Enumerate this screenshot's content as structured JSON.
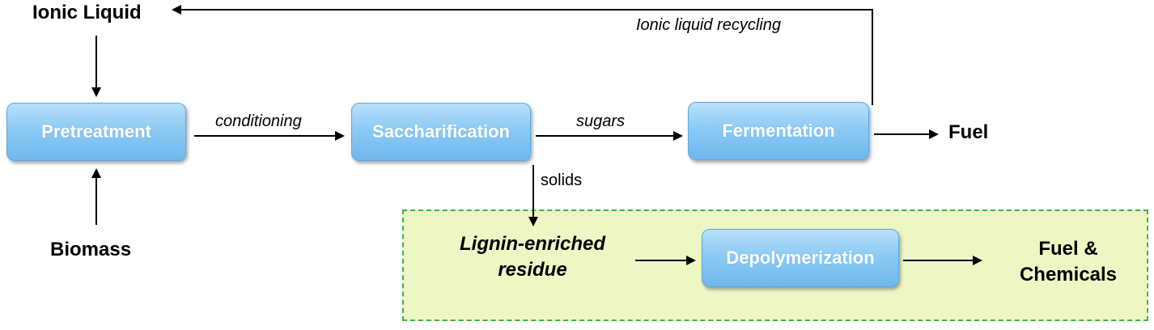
{
  "inputs": {
    "ionic_liquid": "Ionic Liquid",
    "biomass": "Biomass"
  },
  "nodes": {
    "pretreatment": "Pretreatment",
    "saccharification": "Saccharification",
    "fermentation": "Fermentation",
    "depolymerization": "Depolymerization"
  },
  "edges": {
    "conditioning": "conditioning",
    "sugars": "sugars",
    "solids": "solids",
    "recycling": "Ionic liquid recycling"
  },
  "outputs": {
    "fuel": "Fuel",
    "fuel_chem_line1": "Fuel &",
    "fuel_chem_line2": "Chemicals",
    "residue_line1": "Lignin-enriched",
    "residue_line2": "residue"
  },
  "colors": {
    "node_fill": "#8ccaf4",
    "node_border": "#5aa8e4",
    "zone_fill": "#eef7c4",
    "zone_border": "#39b54a",
    "arrow": "#000000"
  }
}
